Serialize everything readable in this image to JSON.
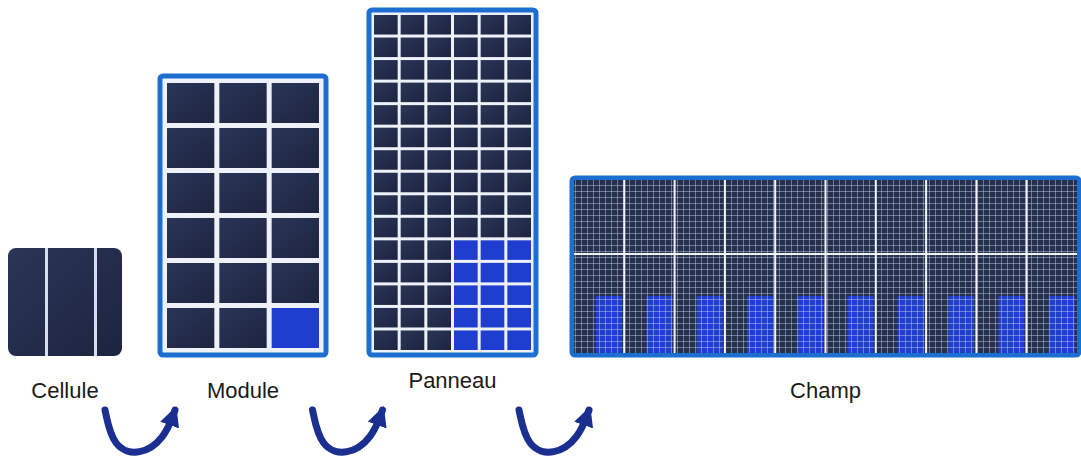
{
  "diagram": {
    "nodes": [
      {
        "text": [
          "Cellule"
        ]
      },
      {
        "text": [
          "Module"
        ]
      },
      {
        "text": [
          "Panneau"
        ]
      },
      {
        "text": [
          "Champ"
        ]
      }
    ],
    "edges": [
      {
        "from": 0,
        "to": 1,
        "arrow": "to"
      },
      {
        "from": 1,
        "to": 2,
        "arrow": "to"
      },
      {
        "from": 2,
        "to": 3,
        "arrow": "to"
      }
    ]
  }
}
